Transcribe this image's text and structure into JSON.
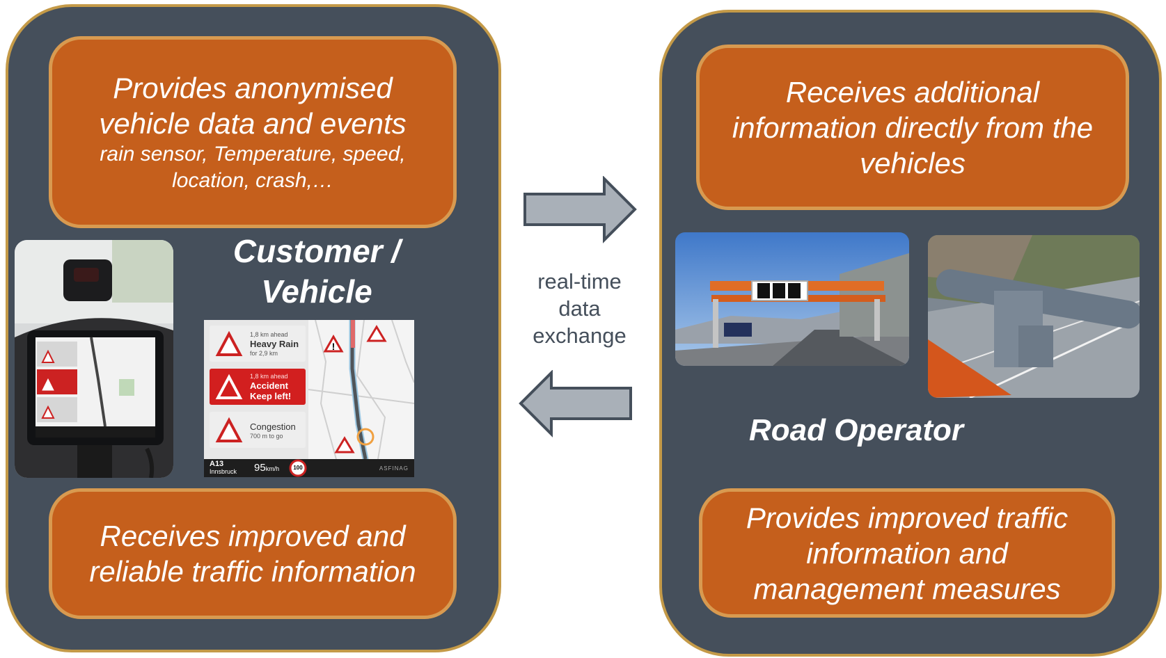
{
  "customer": {
    "title": "Customer / Vehicle",
    "provides_main": "Provides anonymised vehicle data and events",
    "provides_detail": "rain sensor, Temperature, speed, location, crash,…",
    "receives": "Receives improved and reliable traffic information"
  },
  "operator": {
    "title": "Road Operator",
    "receives": "Receives additional information directly from the vehicles",
    "provides": "Provides improved traffic information and management measures"
  },
  "exchange_label": "real-time data exchange",
  "nav_screen": {
    "warning_1": {
      "distance": "1,8 km ahead",
      "event": "Heavy Rain",
      "extent": "for 2,9 km"
    },
    "warning_2": {
      "distance": "1,8 km ahead",
      "event": "Accident",
      "advice": "Keep left!"
    },
    "warning_3": {
      "event": "Congestion",
      "extent": "700 m to go"
    },
    "road": "A13",
    "place": "Innsbruck",
    "speed": "95",
    "speed_unit": "km/h",
    "speed_limit": "100",
    "brand": "ASFINAG"
  },
  "colors": {
    "panel": "#454f5b",
    "panel_border": "#c49a48",
    "box": "#c55f1c",
    "box_border": "#d89a50",
    "arrow": "#a9b0b8"
  }
}
